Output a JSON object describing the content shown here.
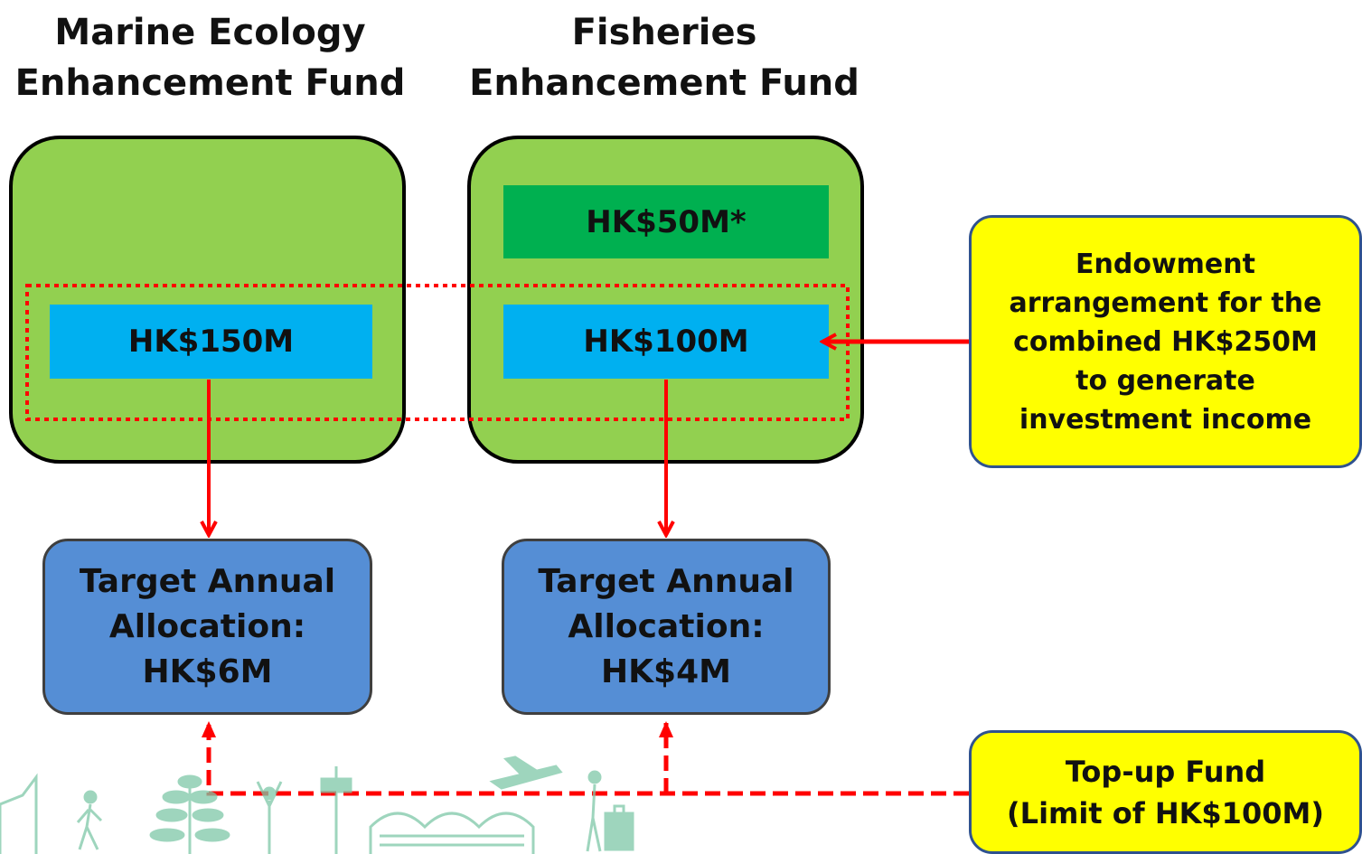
{
  "funds": [
    {
      "title_lines": [
        "Marine Ecology",
        "Enhancement Fund"
      ],
      "endowment": "HK$150M",
      "allocation_lines": [
        "Target Annual",
        "Allocation:",
        "HK$6M"
      ]
    },
    {
      "title_lines": [
        "Fisheries",
        "Enhancement Fund"
      ],
      "extra": "HK$50M*",
      "endowment": "HK$100M",
      "allocation_lines": [
        "Target Annual",
        "Allocation:",
        "HK$4M"
      ]
    }
  ],
  "endowment_note_lines": [
    "Endowment",
    "arrangement for the",
    "combined HK$250M",
    "to generate",
    "investment income"
  ],
  "topup_lines": [
    "Top-up Fund",
    "(Limit of HK$100M)"
  ],
  "colors": {
    "fund_box": "#92d050",
    "extra_bar": "#00b050",
    "endowment_bar": "#00b0f0",
    "allocation_box": "#558ed5",
    "callout": "#ffff00",
    "arrow": "#ff0000",
    "skyline": "#7ec8a8"
  }
}
